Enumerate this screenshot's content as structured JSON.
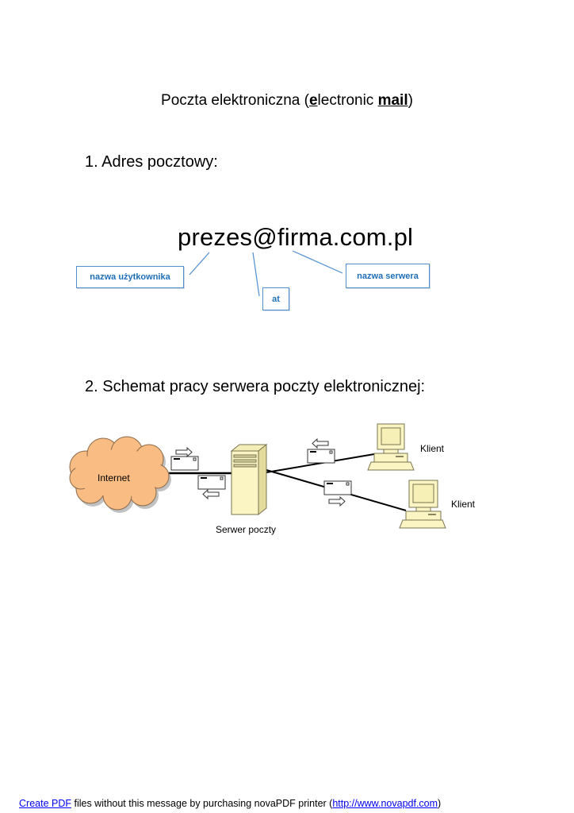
{
  "document": {
    "title_prefix": "Poczta elektroniczna (",
    "title_e": "e",
    "title_mid": "lectronic ",
    "title_mail": "mail",
    "title_suffix": ")",
    "section1_heading": "1. Adres pocztowy:",
    "email_address": "prezes@firma.com.pl",
    "labels": {
      "username": "nazwa użytkownika",
      "at": "at",
      "server_name": "nazwa serwera"
    },
    "section2_heading": "2. Schemat pracy serwera poczty elektronicznej:",
    "diagram": {
      "internet_label": "Internet",
      "server_label": "Serwer poczty",
      "client1_label": "Klient",
      "client2_label": "Klient",
      "colors": {
        "cloud": "#f9bc82",
        "device": "#fbf5c4",
        "label_box_border": "#4f8fd0",
        "label_text": "#1f6fb8"
      }
    }
  },
  "footer": {
    "link1": "Create PDF",
    "text": " files without this message by purchasing novaPDF printer (",
    "link2": "http://www.novapdf.com",
    "close": ")"
  }
}
